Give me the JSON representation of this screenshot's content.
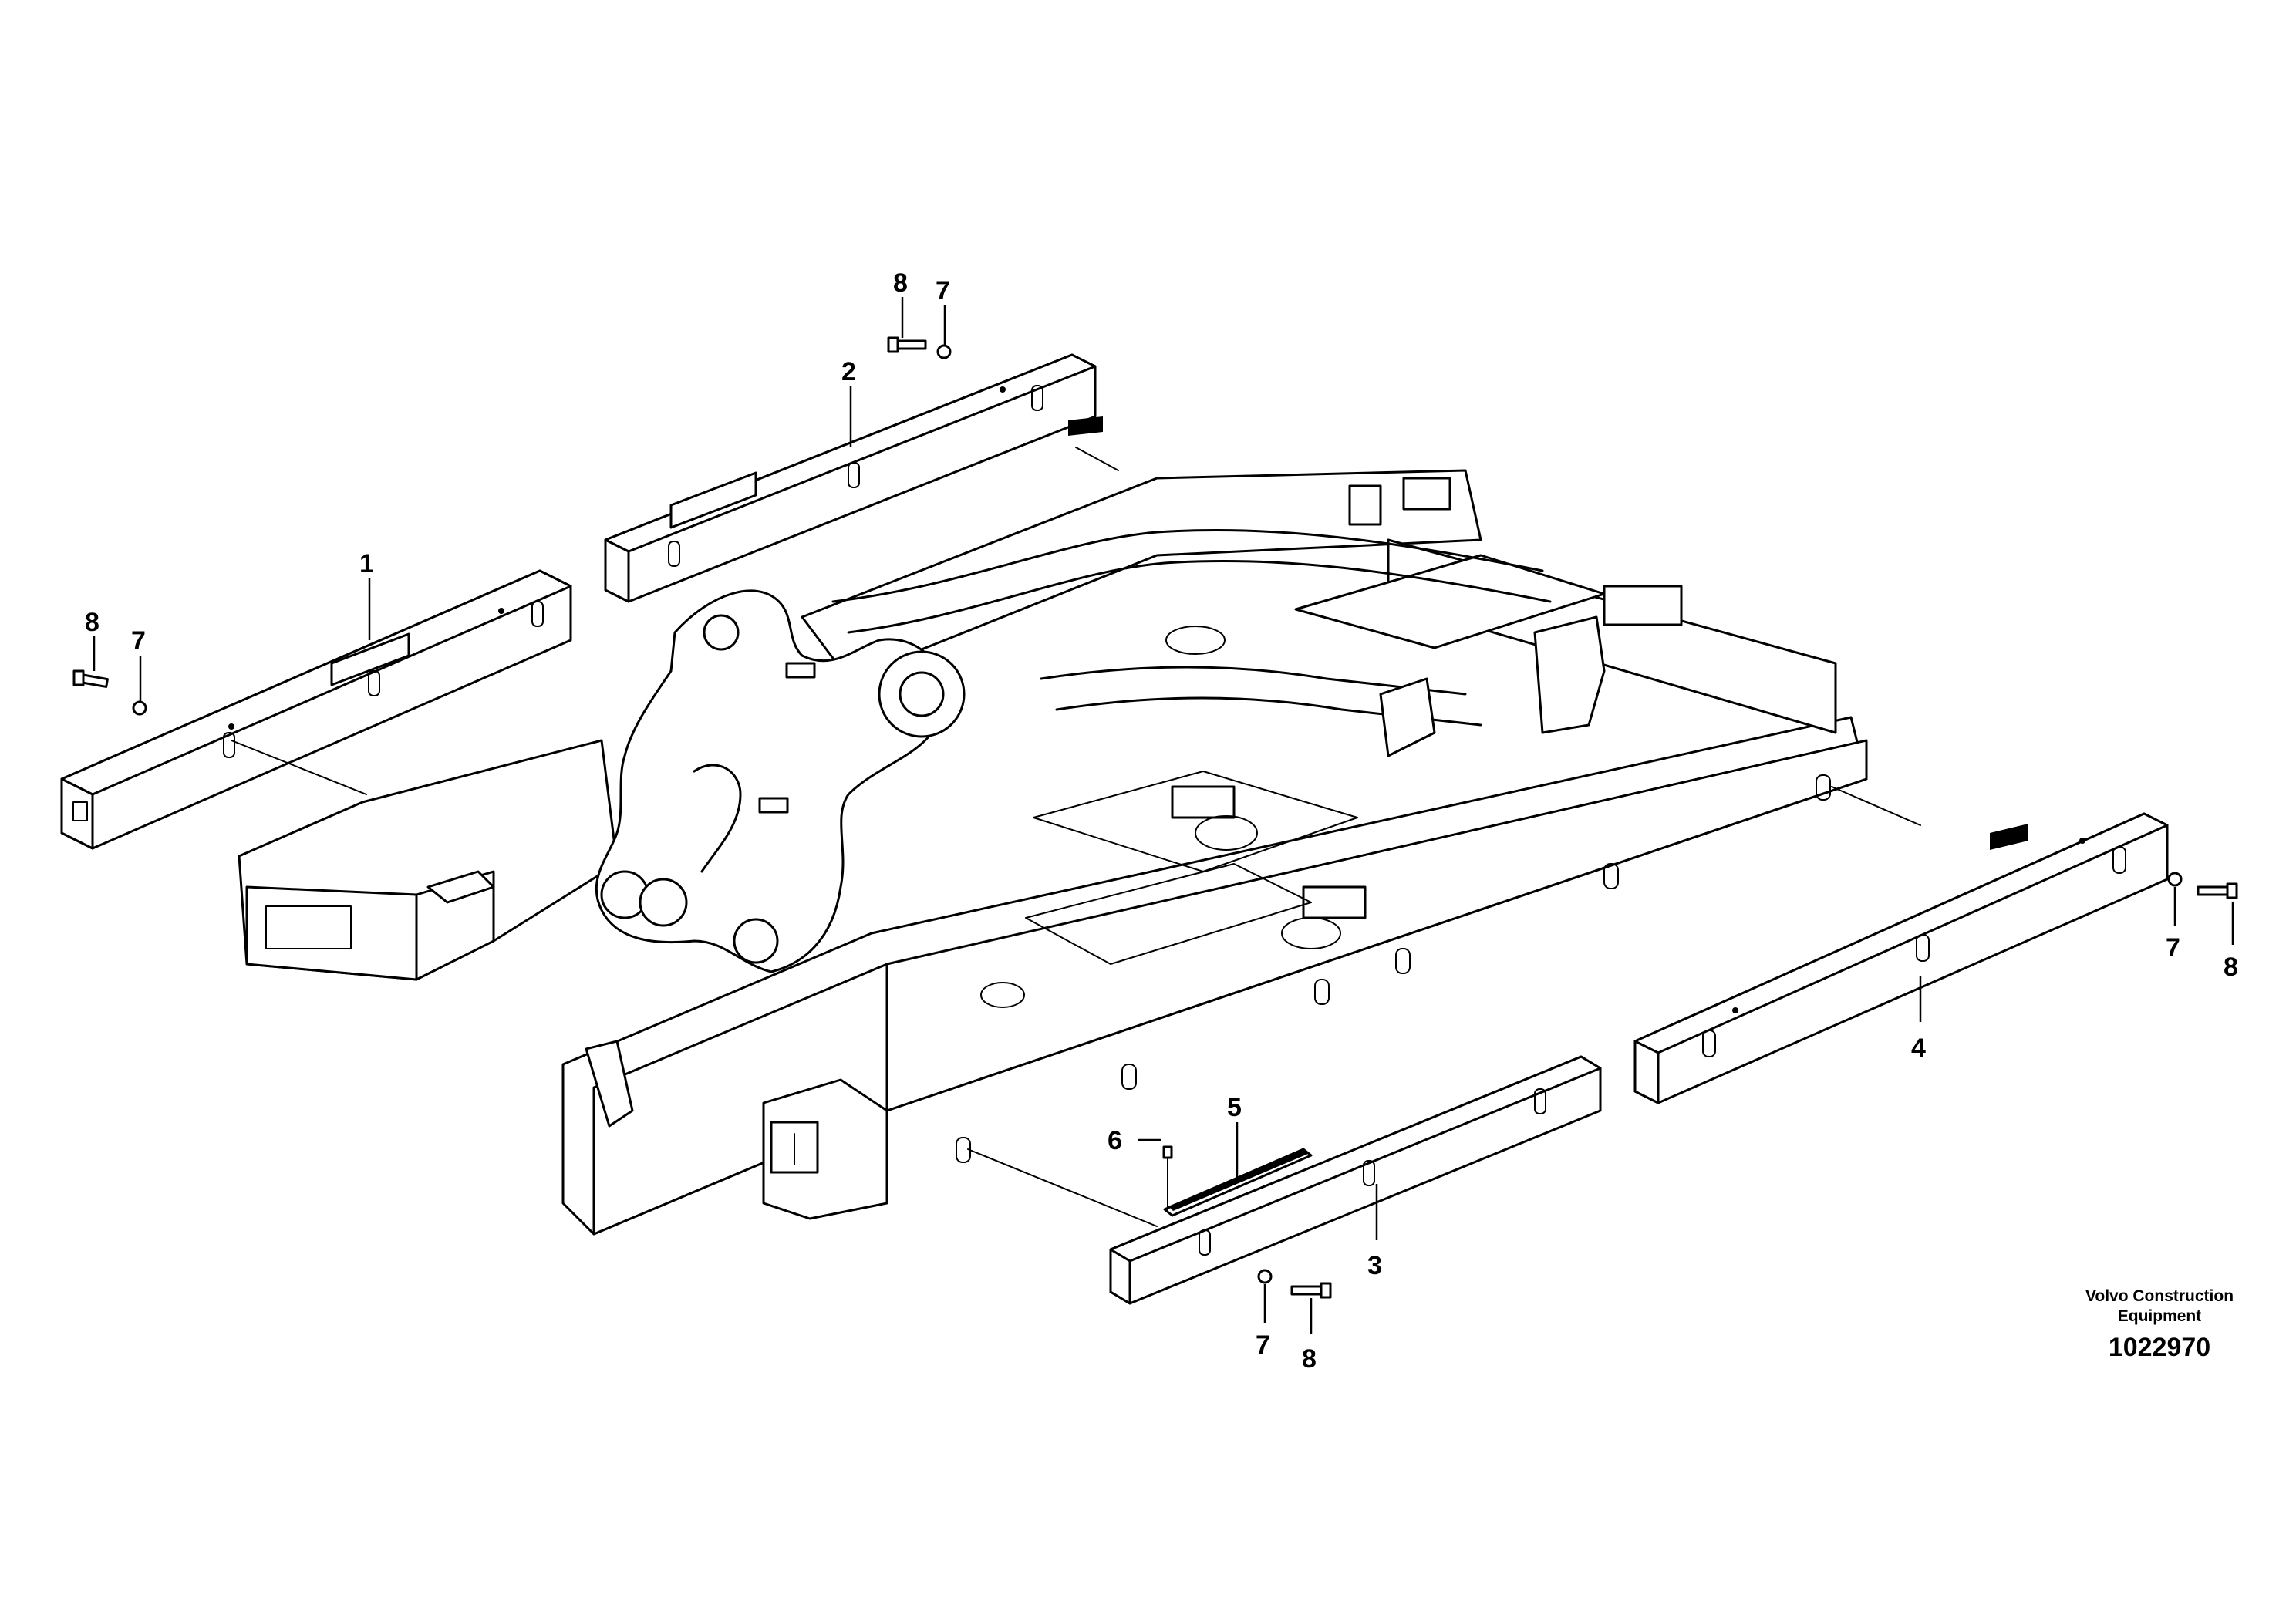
{
  "callouts": {
    "part_1": "1",
    "part_2": "2",
    "part_3": "3",
    "part_4": "4",
    "part_5": "5",
    "part_6": "6",
    "part_7_left": "7",
    "part_8_left": "8",
    "part_7_top": "7",
    "part_8_top": "8",
    "part_7_right": "7",
    "part_8_right": "8",
    "part_7_bottom": "7",
    "part_8_bottom": "8"
  },
  "brand": {
    "line1": "Volvo Construction",
    "line2": "Equipment",
    "drawing_number": "1022970"
  }
}
